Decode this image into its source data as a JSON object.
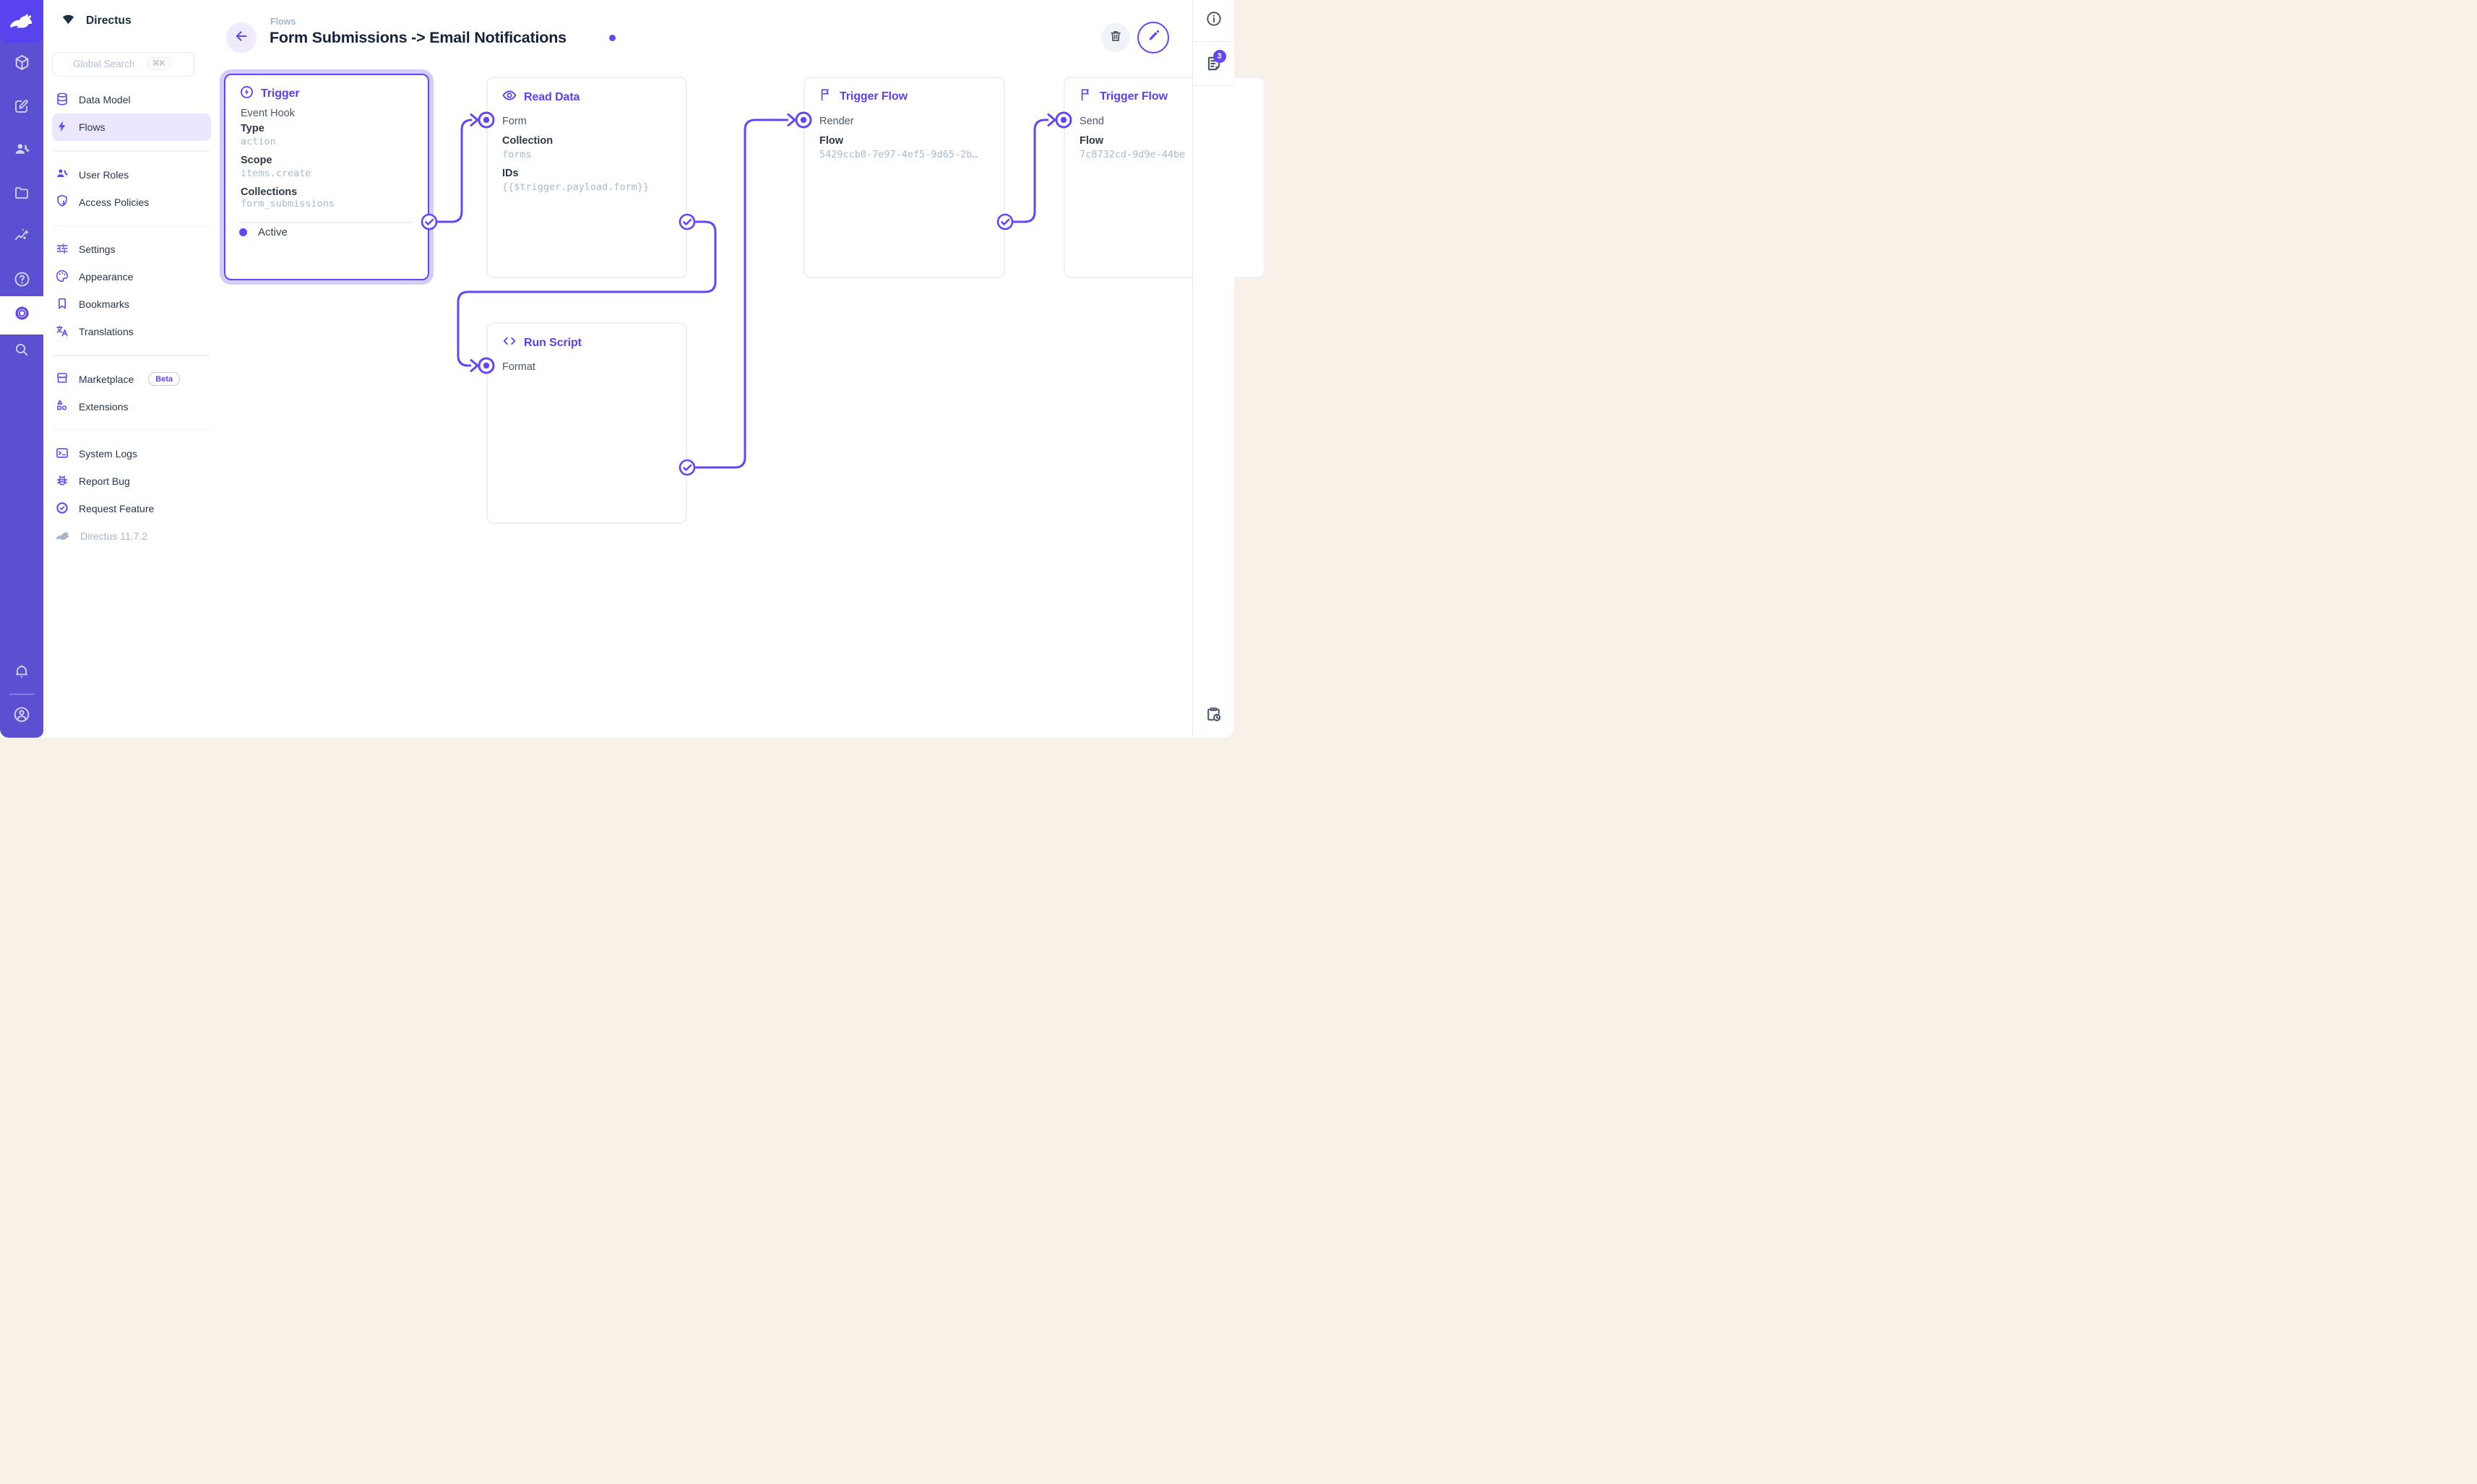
{
  "colors": {
    "accent": "#6546F7",
    "module_bar": "#5C50D2",
    "module_bar_logo": "#5843EF",
    "nav_active_bg": "#ECE7FF",
    "selected_glow": "#D5CBF9",
    "panel_border": "#EDF1F7",
    "mono_text": "#A8BACF",
    "heading_text": "#14233A",
    "window_edge": "#F8F1E8"
  },
  "module_bar": {
    "logo_icon": "rabbit-logo",
    "modules": [
      {
        "name": "content",
        "icon": "box-icon"
      },
      {
        "name": "editor",
        "icon": "edit-square-icon"
      },
      {
        "name": "users",
        "icon": "people-icon"
      },
      {
        "name": "files",
        "icon": "folder-icon"
      },
      {
        "name": "insights",
        "icon": "insights-icon"
      },
      {
        "name": "help",
        "icon": "help-icon"
      },
      {
        "name": "settings",
        "icon": "gear-icon",
        "active": true
      },
      {
        "name": "search",
        "icon": "search-icon"
      }
    ],
    "bottom": [
      {
        "name": "notifications",
        "icon": "bell-icon"
      },
      {
        "name": "account",
        "icon": "account-icon"
      }
    ]
  },
  "sidebar": {
    "project_name": "Directus",
    "search": {
      "placeholder": "Global Search",
      "shortcut": "⌘K"
    },
    "items": [
      {
        "label": "Data Model",
        "icon": "database-icon"
      },
      {
        "label": "Flows",
        "icon": "bolt-icon",
        "active": true
      },
      {
        "label": "User Roles",
        "icon": "users-icon"
      },
      {
        "label": "Access Policies",
        "icon": "shield-user-icon"
      },
      {
        "label": "Settings",
        "icon": "tune-icon"
      },
      {
        "label": "Appearance",
        "icon": "palette-icon"
      },
      {
        "label": "Bookmarks",
        "icon": "bookmark-icon"
      },
      {
        "label": "Translations",
        "icon": "translate-icon"
      },
      {
        "label": "Marketplace",
        "icon": "storefront-icon",
        "badge": "Beta"
      },
      {
        "label": "Extensions",
        "icon": "shapes-icon"
      },
      {
        "label": "System Logs",
        "icon": "terminal-icon"
      },
      {
        "label": "Report Bug",
        "icon": "bug-icon"
      },
      {
        "label": "Request Feature",
        "icon": "seal-check-icon"
      }
    ],
    "version": "Directus 11.7.2"
  },
  "header": {
    "breadcrumb": "Flows",
    "title": "Form Submissions -> Email Notifications"
  },
  "flow": {
    "panels": [
      {
        "title": "Trigger",
        "icon": "bolt-circle-icon",
        "subtitle": "Event Hook",
        "fields": [
          {
            "label": "Type",
            "value": "action"
          },
          {
            "label": "Scope",
            "value": "items.create"
          },
          {
            "label": "Collections",
            "value": "form_submissions"
          }
        ],
        "status": "Active",
        "selected": true
      },
      {
        "title": "Read Data",
        "icon": "eye-icon",
        "input": "Form",
        "fields": [
          {
            "label": "Collection",
            "value": "forms"
          },
          {
            "label": "IDs",
            "value": "{{$trigger.payload.form}}"
          }
        ]
      },
      {
        "title": "Run Script",
        "icon": "code-icon",
        "input": "Format",
        "fields": []
      },
      {
        "title": "Trigger Flow",
        "icon": "flag-icon",
        "input": "Render",
        "fields": [
          {
            "label": "Flow",
            "value": "5429ccb0-7e97-4ef5-9d65-2b…"
          }
        ]
      },
      {
        "title": "Trigger Flow",
        "icon": "flag-icon",
        "input": "Send",
        "fields": [
          {
            "label": "Flow",
            "value": "7c8732cd-9d9e-44be"
          }
        ]
      }
    ]
  },
  "rail": {
    "badge_count": "3"
  }
}
